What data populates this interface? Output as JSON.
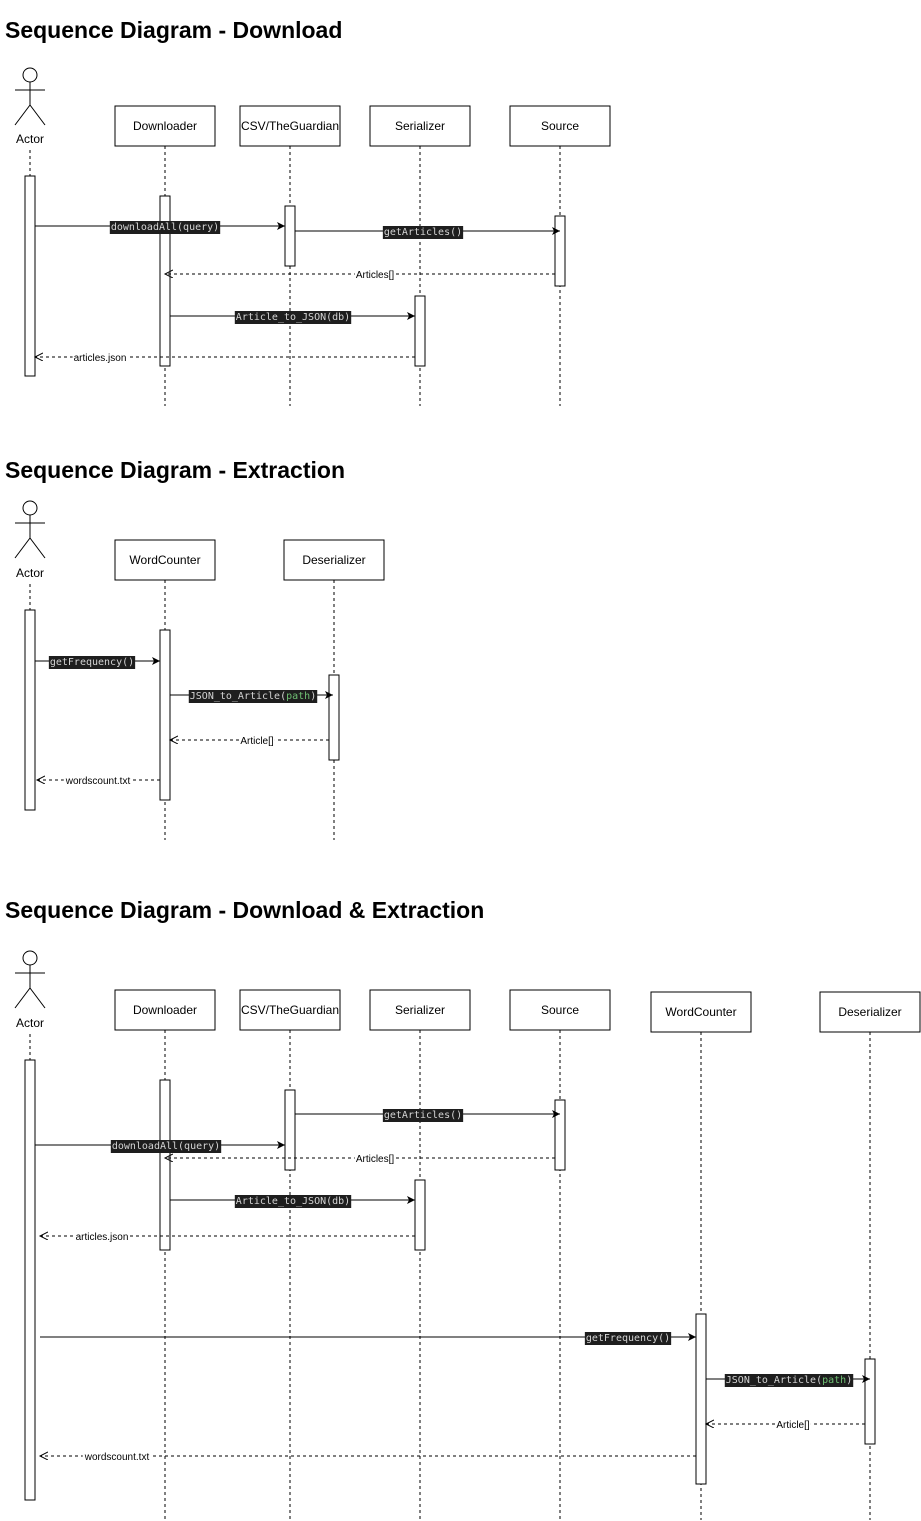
{
  "diagrams": [
    {
      "id": "download",
      "title": "Sequence Diagram - Download",
      "participants": [
        {
          "id": "actor",
          "label": "Actor",
          "kind": "actor"
        },
        {
          "id": "downloader",
          "label": "Downloader",
          "kind": "box"
        },
        {
          "id": "csv",
          "label": "CSV/TheGuardian",
          "kind": "box"
        },
        {
          "id": "serializer",
          "label": "Serializer",
          "kind": "box"
        },
        {
          "id": "source",
          "label": "Source",
          "kind": "box"
        }
      ],
      "messages": [
        {
          "from": "actor",
          "to": "csv",
          "label": "downloadAll(query)",
          "kind": "call"
        },
        {
          "from": "csv",
          "to": "source",
          "label": "getArticles()",
          "kind": "call"
        },
        {
          "from": "source",
          "to": "downloader",
          "label": "Articles[]",
          "kind": "return"
        },
        {
          "from": "downloader",
          "to": "serializer",
          "label": "Article_to_JSON(db)",
          "kind": "call"
        },
        {
          "from": "serializer",
          "to": "actor",
          "label": "articles.json",
          "kind": "return"
        }
      ]
    },
    {
      "id": "extraction",
      "title": "Sequence Diagram - Extraction",
      "participants": [
        {
          "id": "actor",
          "label": "Actor",
          "kind": "actor"
        },
        {
          "id": "wordcounter",
          "label": "WordCounter",
          "kind": "box"
        },
        {
          "id": "deserializer",
          "label": "Deserializer",
          "kind": "box"
        }
      ],
      "messages": [
        {
          "from": "actor",
          "to": "wordcounter",
          "label": "getFrequency()",
          "kind": "call"
        },
        {
          "from": "wordcounter",
          "to": "deserializer",
          "label": "JSON_to_Article(path)",
          "kind": "call"
        },
        {
          "from": "deserializer",
          "to": "wordcounter",
          "label": "Article[]",
          "kind": "return"
        },
        {
          "from": "wordcounter",
          "to": "actor",
          "label": "wordscount.txt",
          "kind": "return"
        }
      ]
    },
    {
      "id": "download-extraction",
      "title": "Sequence Diagram - Download & Extraction",
      "participants": [
        {
          "id": "actor",
          "label": "Actor",
          "kind": "actor"
        },
        {
          "id": "downloader",
          "label": "Downloader",
          "kind": "box"
        },
        {
          "id": "csv",
          "label": "CSV/TheGuardian",
          "kind": "box"
        },
        {
          "id": "serializer",
          "label": "Serializer",
          "kind": "box"
        },
        {
          "id": "source",
          "label": "Source",
          "kind": "box"
        },
        {
          "id": "wordcounter",
          "label": "WordCounter",
          "kind": "box"
        },
        {
          "id": "deserializer",
          "label": "Deserializer",
          "kind": "box"
        }
      ],
      "messages": [
        {
          "from": "csv",
          "to": "source",
          "label": "getArticles()",
          "kind": "call"
        },
        {
          "from": "actor",
          "to": "csv",
          "label": "downloadAll(query)",
          "kind": "call"
        },
        {
          "from": "source",
          "to": "downloader",
          "label": "Articles[]",
          "kind": "return"
        },
        {
          "from": "downloader",
          "to": "serializer",
          "label": "Article_to_JSON(db)",
          "kind": "call"
        },
        {
          "from": "serializer",
          "to": "actor",
          "label": "articles.json",
          "kind": "return"
        },
        {
          "from": "actor",
          "to": "wordcounter",
          "label": "getFrequency()",
          "kind": "call"
        },
        {
          "from": "wordcounter",
          "to": "deserializer",
          "label": "JSON_to_Article(path)",
          "kind": "call"
        },
        {
          "from": "deserializer",
          "to": "wordcounter",
          "label": "Article[]",
          "kind": "return"
        },
        {
          "from": "wordcounter",
          "to": "actor",
          "label": "wordscount.txt",
          "kind": "return"
        }
      ]
    }
  ]
}
